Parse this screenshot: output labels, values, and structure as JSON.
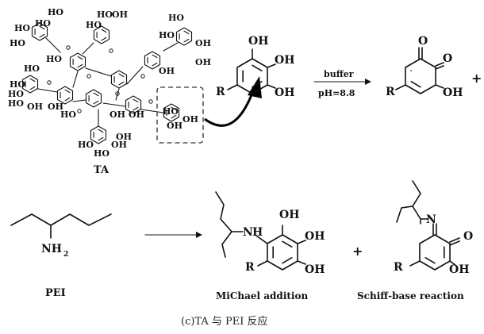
{
  "labels": {
    "ta": "TA",
    "pei": "PEI",
    "michael": "MiChael addition",
    "schiff": "Schiff-base reaction",
    "buffer": "buffer",
    "ph": "pH=8.8",
    "caption": "(c)TA 与 PEI 反应"
  },
  "atoms": {
    "ho": "HO",
    "oh": "OH",
    "o": "O",
    "r": "R",
    "n": "N",
    "h": "H",
    "nh": "NH",
    "nh_sub": "2",
    "plus": "+"
  },
  "colors": {
    "ink": "#111111",
    "dashed_box": "#555555",
    "curved_arrow": "#000000"
  }
}
